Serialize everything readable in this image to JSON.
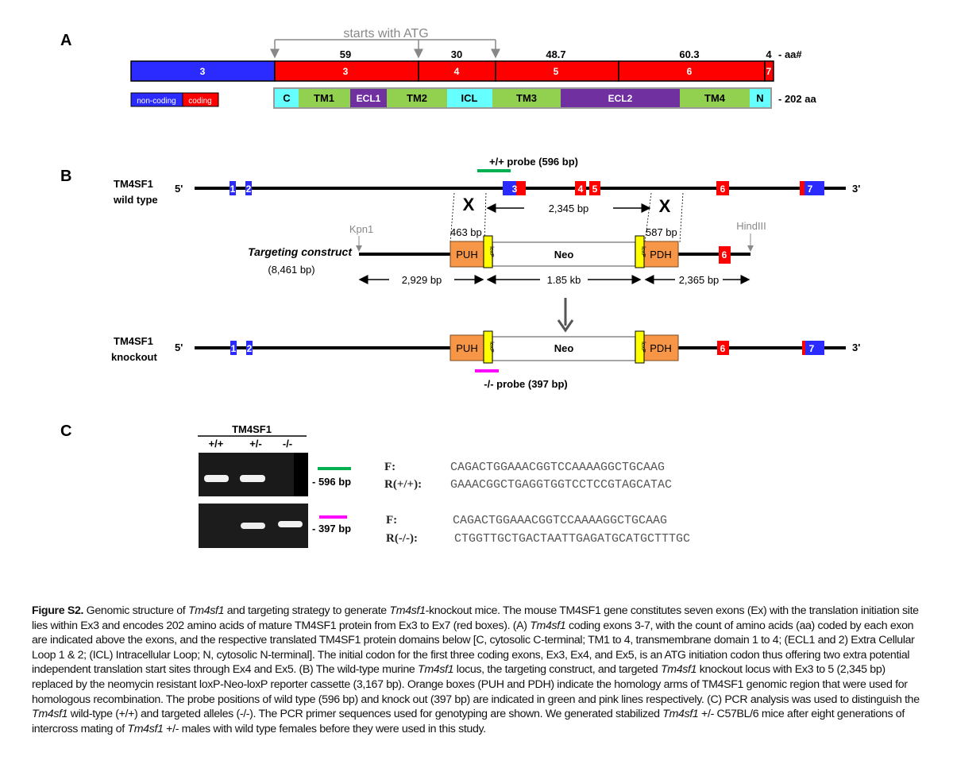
{
  "colors": {
    "noncoding": "#2b2bff",
    "coding": "#ff0000",
    "cyan": "#66ffff",
    "green": "#92d050",
    "purple": "#7030a0",
    "orange": "#f79646",
    "loxp": "#ffff00",
    "wt_probe": "#00b050",
    "ko_probe": "#ff00ff"
  },
  "panel_a": {
    "label": "A",
    "atg_note": "starts with ATG",
    "aa_counts": [
      "59",
      "30",
      "48.7",
      "60.3",
      "4"
    ],
    "aa_suffix": "- aa#",
    "exons": [
      "3",
      "3",
      "4",
      "5",
      "6",
      "7"
    ],
    "domains": [
      "C",
      "TM1",
      "ECL1",
      "TM2",
      "ICL",
      "TM3",
      "ECL2",
      "TM4",
      "N"
    ],
    "total": "- 202 aa",
    "legend": {
      "noncoding": "non-coding",
      "coding": "coding"
    }
  },
  "panel_b": {
    "label": "B",
    "wt_label": [
      "TM4SF1",
      "wild type"
    ],
    "ko_label": [
      "TM4SF1",
      "knockout"
    ],
    "five": "5'",
    "three": "3'",
    "exons": [
      "1",
      "2",
      "3",
      "4",
      "5",
      "6",
      "7"
    ],
    "wt_probe": "+/+ probe (596 bp)",
    "ko_probe": "-/- probe (397 bp)",
    "crossover": "X",
    "deleted": "2,345 bp",
    "kpn": "Kpn1",
    "hind": "HindIII",
    "arm_left": "463 bp",
    "arm_right": "587 bp",
    "construct_title": "Targeting construct",
    "construct_size": "(8,461 bp)",
    "puh": "PUH",
    "pdh": "PDH",
    "neo": "Neo",
    "loxp": "loxP",
    "dims": [
      "2,929 bp",
      "1.85 kb",
      "2,365 bp"
    ]
  },
  "panel_c": {
    "label": "C",
    "gene": "TM4SF1",
    "lanes": [
      "+/+",
      "+/-",
      "-/-"
    ],
    "gel1_band": "- 596 bp",
    "gel2_band": "- 397 bp",
    "primers": [
      {
        "name": "F:",
        "seq": "CAGACTGGAAACGGTCCAAAAGGCTGCAAG"
      },
      {
        "name": "R(+/+):",
        "seq": "GAAACGGCTGAGGTGGTCCTCCGTAGCATAC"
      },
      {
        "name": "F:",
        "seq": "CAGACTGGAAACGGTCCAAAAGGCTGCAAG"
      },
      {
        "name": "R(-/-):",
        "seq": "CTGGTTGCTGACTAATTGAGATGCATGCTTTGC"
      }
    ]
  },
  "caption": {
    "title": "Figure S2.",
    "gene": "Tm4sf1",
    "p1": " Genomic structure of ",
    "p2": " and targeting strategy to generate ",
    "p3": "-knockout mice. The mouse TM4SF1 gene constitutes seven exons (Ex) with the translation initiation site lies within Ex3 and encodes 202 amino acids of mature TM4SF1 protein from Ex3 to Ex7 (red boxes). (A) ",
    "p4": " coding exons 3-7, with the count of amino acids (aa) coded by each exon are indicated above the exons, and the respective translated TM4SF1 protein domains below [C, cytosolic C-terminal; TM1 to 4, transmembrane domain 1 to 4; (ECL1 and 2) Extra Cellular Loop 1 & 2; (ICL) Intracellular Loop; N, cytosolic N-terminal]. The initial codon for the first three coding exons, Ex3, Ex4, and Ex5, is an ATG initiation codon thus offering two extra potential independent translation start sites through Ex4 and Ex5. (B) The wild-type murine ",
    "p5": " locus, the targeting construct, and targeted ",
    "p6": " knockout locus with Ex3 to 5 (2,345 bp) replaced by the neomycin resistant loxP-Neo-loxP reporter cassette (3,167 bp). Orange boxes (PUH and PDH) indicate the homology arms of TM4SF1 genomic region that were used for homologous recombination. The probe positions of wild type (596 bp) and knock out (397 bp) are indicated in green and pink lines respectively. (C) PCR analysis was used to distinguish the ",
    "p7": " wild-type (+/+) and targeted alleles (-/-). The PCR primer sequences used for genotyping are shown. We generated stabilized ",
    "p8": " +/- C57BL/6 mice after eight generations of intercross mating of ",
    "p9": " +/- males with wild type females before they were used in this study."
  }
}
